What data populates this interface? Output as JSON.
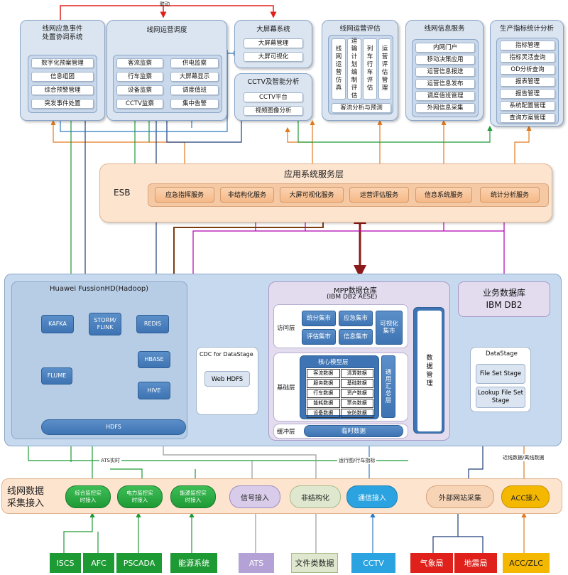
{
  "top": {
    "link_label": "联动",
    "emergency": {
      "title_line1": "线网应急事件",
      "title_line2": "处置协调系统",
      "items": [
        "数字化预案管理",
        "信息组团",
        "综合预警管理",
        "突发事件处置"
      ]
    },
    "ops_dispatch": {
      "title": "线网运营调度",
      "left_items": [
        "客流监察",
        "行车监察",
        "设备监察",
        "CCTV监察"
      ],
      "right_items": [
        "供电监察",
        "大屏幕显示",
        "调度值班",
        "集中告警"
      ]
    },
    "big_screen": {
      "title": "大屏幕系统",
      "items": [
        "大屏幕管理",
        "大屏可视化"
      ]
    },
    "cctv_smart": {
      "title": "CCTV及智能分析",
      "items": [
        "CCTV平台",
        "视频图像分析"
      ]
    },
    "ops_eval": {
      "title": "线网运营评估",
      "columns": [
        "线网运营仿真",
        "运输计划编制评估",
        "列车行车评估",
        "运营评估管理"
      ],
      "footer": "客流分析与预测"
    },
    "info_service": {
      "title": "线网信息服务",
      "items": [
        "内网门户",
        "移动决策应用",
        "运营信息报送",
        "运营信息发布",
        "调度值班管理",
        "外网信息采集"
      ]
    },
    "production_stats": {
      "title": "生产指标统计分析",
      "items": [
        "指标管理",
        "指标灵活查询",
        "OD分析查询",
        "报表管理",
        "报告管理",
        "系统配置管理",
        "查询方案管理"
      ]
    }
  },
  "app_layer": {
    "title": "应用系统服务层",
    "esb": "ESB",
    "services": [
      "应急指挥服务",
      "非结构化服务",
      "大屏可视化服务",
      "运营评估服务",
      "信息系统服务",
      "统计分析服务"
    ]
  },
  "hadoop": {
    "title": "Huawei FussionHD(Hadoop)",
    "nodes": {
      "kafka": "KAFKA",
      "storm": "STORM/ FLINK",
      "redis": "REDIS",
      "hbase": "HBASE",
      "flume": "FLUME",
      "hive": "HIVE",
      "hdfs": "HDFS"
    }
  },
  "cdc": {
    "title": "CDC for DataStage",
    "item": "Web HDFS"
  },
  "mpp": {
    "title_line1": "MPP数据仓库",
    "title_line2": "(IBM DB2 AESE)",
    "access_label": "访问层",
    "access_cells": [
      "统分集市",
      "应急集市",
      "评估集市",
      "信息集市",
      "可视化集市"
    ],
    "base_label": "基础层",
    "core_title": "核心模型层",
    "core_cells": [
      "客流数据",
      "清算数据",
      "服务数据",
      "基础数据",
      "行车数据",
      "资产数据",
      "能耗数据",
      "票务数据",
      "设备数据",
      "安防数据"
    ],
    "summary_layer": "通用汇总层",
    "buffer_label": "缓冲层",
    "temp_data": "临时数据",
    "data_mgmt": "数据管理"
  },
  "biz_db": {
    "line1": "业务数据库",
    "line2": "IBM DB2"
  },
  "datastage": {
    "title": "DataStage",
    "items": [
      "File Set Stage",
      "Lookup File Set Stage"
    ]
  },
  "flow_labels": {
    "ats_realtime": "ATS实时",
    "run_chart": "运行图/行车指标",
    "recent_history": "近线数据/离线数据"
  },
  "collection": {
    "title_line1": "线网数据",
    "title_line2": "采集接入",
    "realtime": [
      "综合监控实时接入",
      "电力监控实时接入",
      "能源监控实时接入"
    ],
    "signal": "信号接入",
    "unstructured": "非结构化",
    "comm": "通信接入",
    "external": "外部网站采集",
    "acc": "ACC接入"
  },
  "sources": [
    "ISCS",
    "AFC",
    "PSCADA",
    "能源系统",
    "ATS",
    "文件类数据",
    "CCTV",
    "气象局",
    "地震局",
    "ACC/ZLC"
  ],
  "colors": {
    "green": "#1e9a35",
    "red": "#e0201a",
    "orange": "#e07a20",
    "purple": "#a06ad0",
    "blue": "#2e7bc4",
    "gray": "#9a9a9a"
  }
}
